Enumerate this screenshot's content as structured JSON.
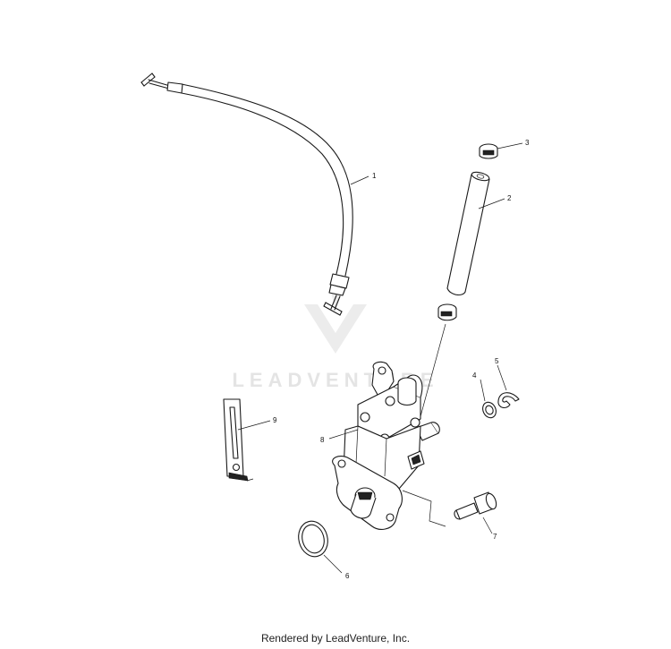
{
  "watermark": {
    "text": "LEADVENTURE"
  },
  "callouts": {
    "c1": "1",
    "c2": "2",
    "c3": "3",
    "c4": "4",
    "c5": "5",
    "c6": "6",
    "c7": "7",
    "c8": "8",
    "c9": "9"
  },
  "footer": {
    "credit": "Rendered by LeadVenture, Inc."
  }
}
